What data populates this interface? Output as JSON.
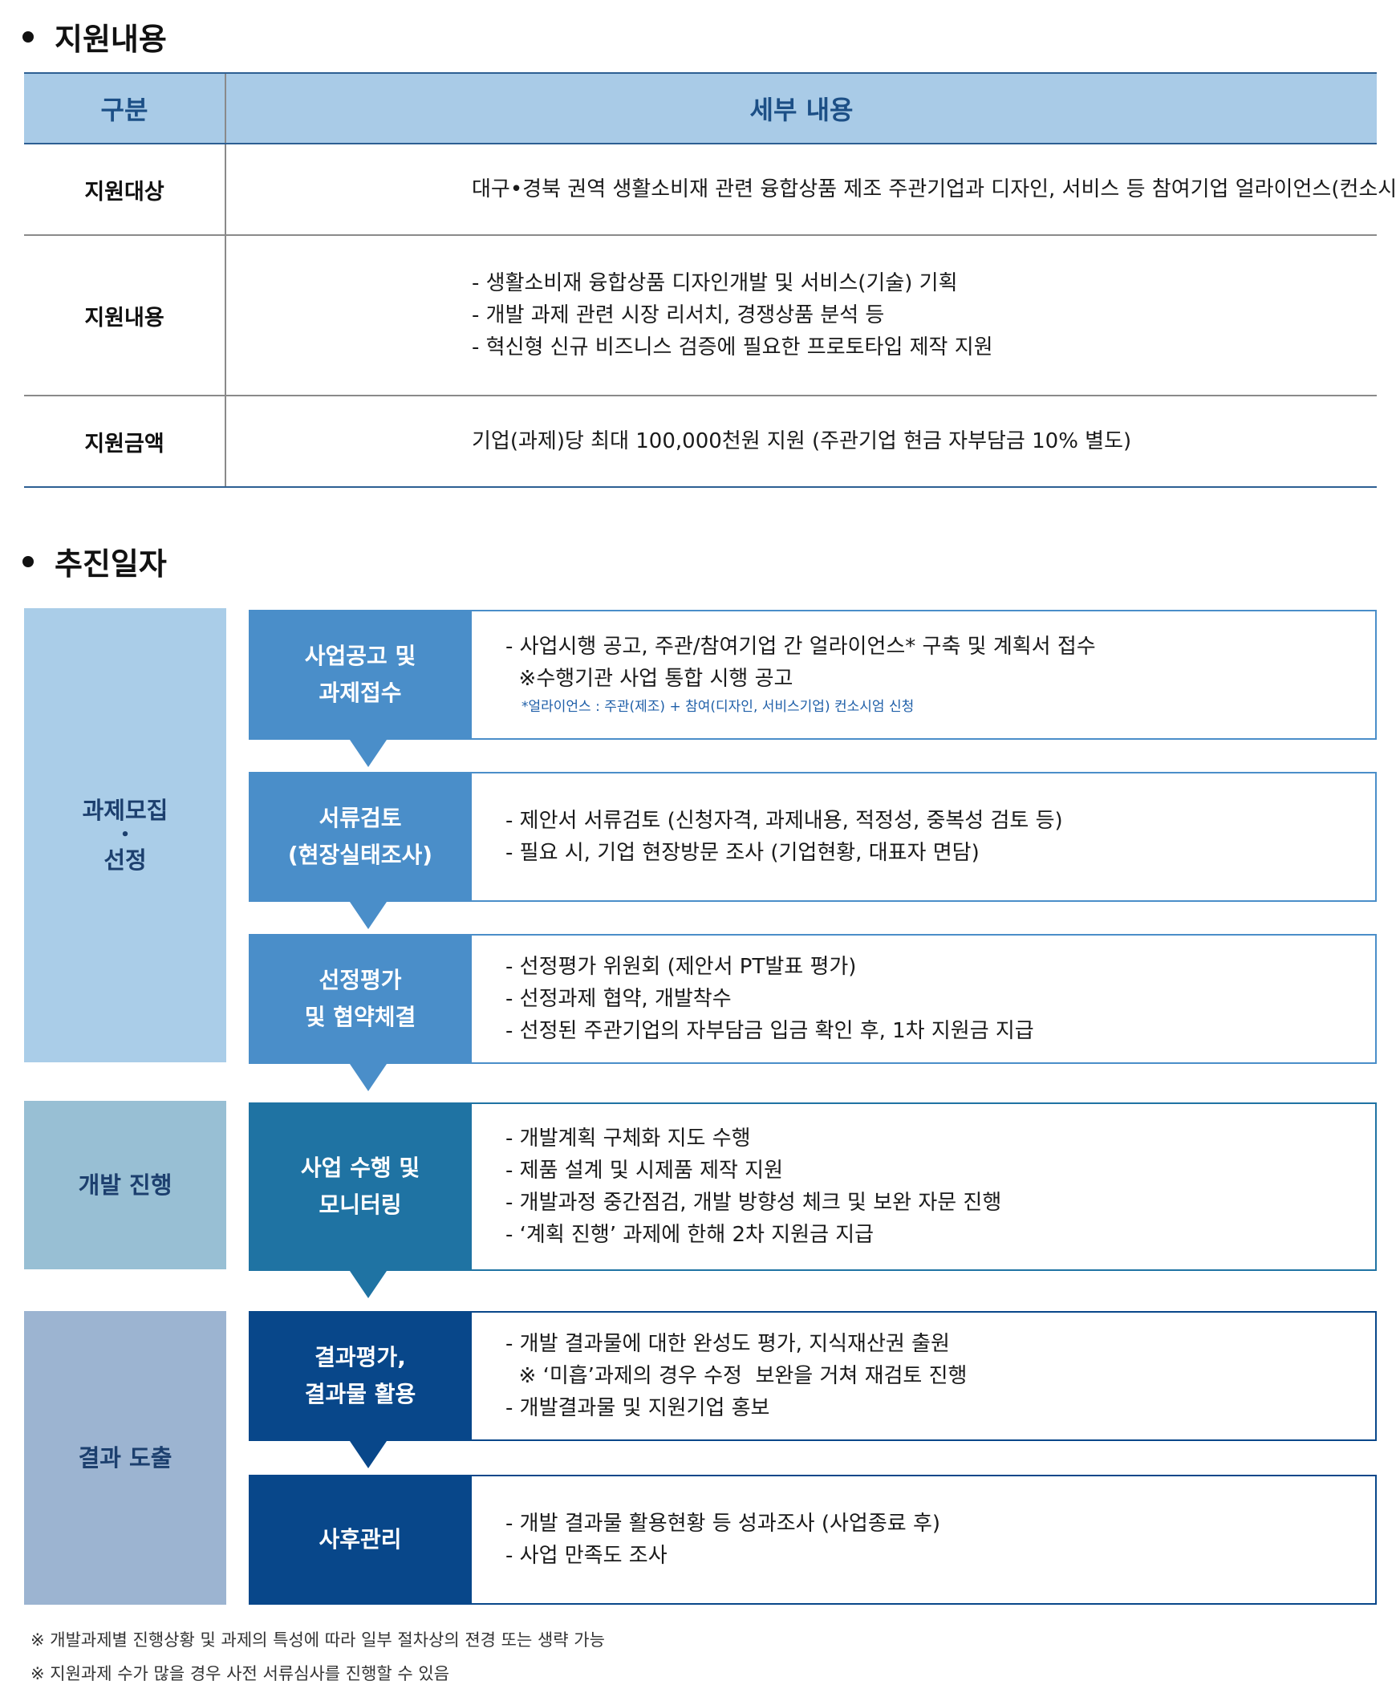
{
  "support": {
    "title": "지원내용",
    "header": {
      "col1": "구분",
      "col2": "세부 내용"
    },
    "rows": [
      {
        "label": "지원대상",
        "lines": [
          "대구•경북 권역 생활소비재 관련 융합상품 제조 주관기업과 디자인, 서비스 등 참여기업 얼라이언스(컨소시엄)"
        ]
      },
      {
        "label": "지원내용",
        "lines": [
          "- 생활소비재 융합상품 디자인개발 및 서비스(기술) 기획",
          "- 개발 과제 관련 시장 리서치, 경쟁상품 분석 등",
          "- 혁신형 신규 비즈니스 검증에 필요한 프로토타입 제작 지원"
        ]
      },
      {
        "label": "지원금액",
        "lines": [
          "기업(과제)당 최대 100,000천원 지원 (주관기업 현금 자부담금 10% 별도)"
        ]
      }
    ]
  },
  "schedule": {
    "title": "추진일자",
    "phases": [
      {
        "lines": [
          "과제모집",
          "•",
          "선정"
        ],
        "color": "#aacde8"
      },
      {
        "lines": [
          "개발 진행"
        ],
        "color": "#98bfd4"
      },
      {
        "lines": [
          "결과 도출"
        ],
        "color": "#9cb4d1"
      }
    ],
    "steps": [
      {
        "label": [
          "사업공고 및",
          "과제접수"
        ],
        "color": "#4a8ec9",
        "lines": [
          "- 사업시행 공고, 주관/참여기업 간 얼라이언스* 구축 및 계획서 접수",
          "  ※수행기관 사업 통합 시행 공고"
        ],
        "footnote": "*얼라이언스 : 주관(제조) + 참여(디자인, 서비스기업) 컨소시엄 신청"
      },
      {
        "label": [
          "서류검토",
          "(현장실태조사)"
        ],
        "color": "#4a8ec9",
        "lines": [
          "- 제안서 서류검토 (신청자격, 과제내용, 적정성, 중복성 검토 등)",
          "- 필요 시, 기업 현장방문 조사 (기업현황, 대표자 면담)"
        ]
      },
      {
        "label": [
          "선정평가",
          "및 협약체결"
        ],
        "color": "#4a8ec9",
        "lines": [
          "- 선정평가 위원회 (제안서 PT발표 평가)",
          "- 선정과제 협약, 개발착수",
          "- 선정된 주관기업의 자부담금 입금 확인 후, 1차 지원금 지급"
        ]
      },
      {
        "label": [
          "사업 수행 및",
          "모니터링"
        ],
        "color": "#1f73a3",
        "lines": [
          "- 개발계획 구체화 지도 수행",
          "- 제품 설계 및 시제품 제작 지원",
          "- 개발과정 중간점검, 개발 방향성 체크 및 보완 자문 진행",
          "- ‘계획 진행’ 과제에 한해 2차 지원금 지급"
        ]
      },
      {
        "label": [
          "결과평가,",
          "결과물 활용"
        ],
        "color": "#08478a",
        "lines": [
          "- 개발 결과물에 대한 완성도 평가, 지식재산권 출원",
          "  ※ ‘미흡’과제의 경우 수정  보완을 거쳐 재검토 진행",
          "- 개발결과물 및 지원기업 홍보"
        ]
      },
      {
        "label": [
          "사후관리"
        ],
        "color": "#08478a",
        "lines": [
          "- 개발 결과물 활용현황 등 성과조사 (사업종료 후)",
          "- 사업 만족도 조사"
        ]
      }
    ]
  },
  "notes": [
    "※  개발과제별 진행상황 및 과제의 특성에 따라 일부 절차상의 젼경 또는 생략 가능",
    "※  지원과제 수가 많을 경우 사전 서류심사를 진행할 수 있음"
  ]
}
